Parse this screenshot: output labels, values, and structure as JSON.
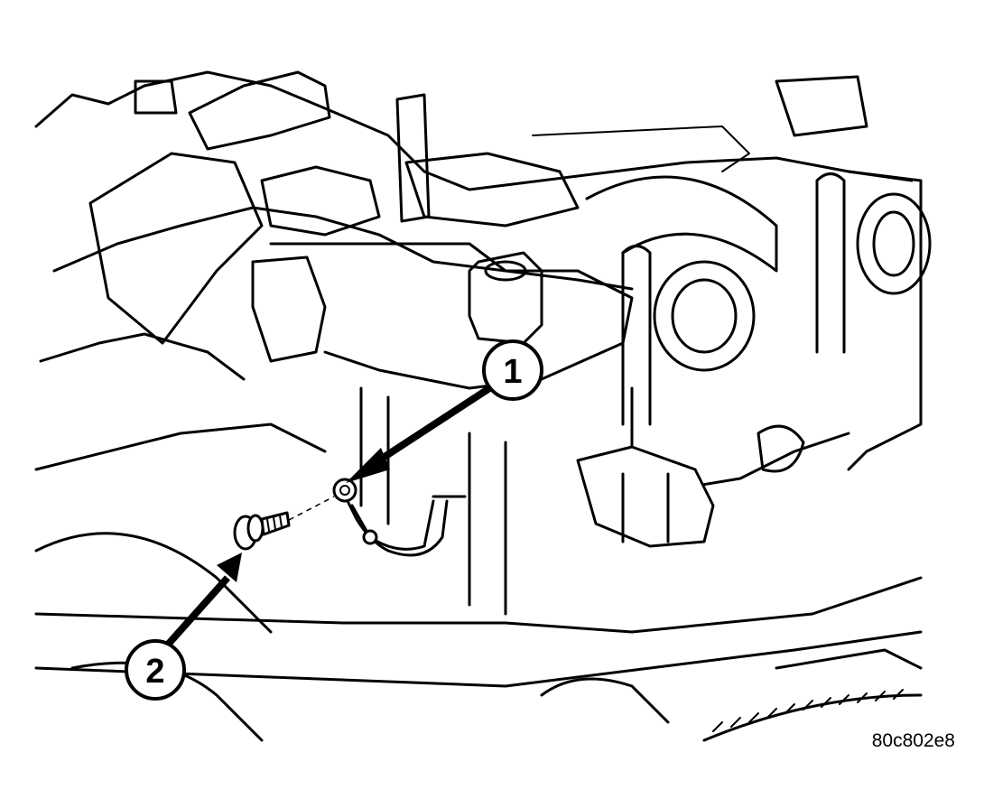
{
  "callouts": [
    {
      "id": "1",
      "label": "1",
      "target": "ground-terminal"
    },
    {
      "id": "2",
      "label": "2",
      "target": "mounting-bolt"
    }
  ],
  "figure_id": "80c802e8",
  "colors": {
    "ink": "#000000",
    "paper": "#ffffff"
  }
}
